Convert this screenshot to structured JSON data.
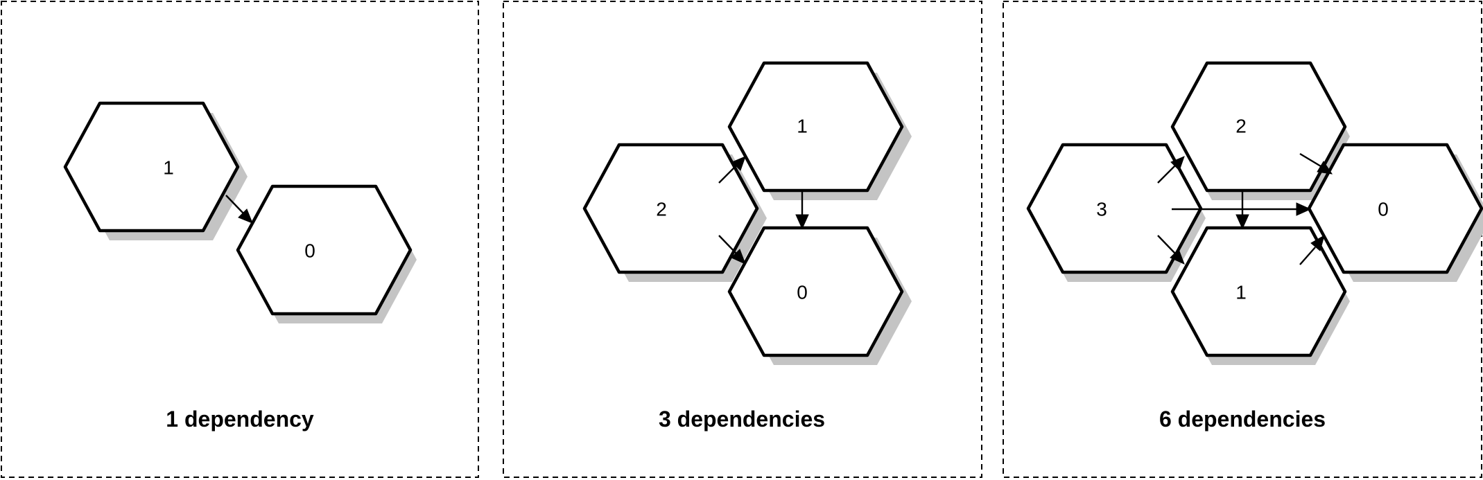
{
  "panels": [
    {
      "caption": "1 dependency",
      "nodes": [
        {
          "id": "p1-n1",
          "label": "1"
        },
        {
          "id": "p1-n0",
          "label": "0"
        }
      ],
      "edges": [
        {
          "from": "1",
          "to": "0"
        }
      ]
    },
    {
      "caption": "3 dependencies",
      "nodes": [
        {
          "id": "p2-n2",
          "label": "2"
        },
        {
          "id": "p2-n1",
          "label": "1"
        },
        {
          "id": "p2-n0",
          "label": "0"
        }
      ],
      "edges": [
        {
          "from": "2",
          "to": "1"
        },
        {
          "from": "2",
          "to": "0"
        },
        {
          "from": "1",
          "to": "0"
        }
      ]
    },
    {
      "caption": "6 dependencies",
      "nodes": [
        {
          "id": "p3-n3",
          "label": "3"
        },
        {
          "id": "p3-n2",
          "label": "2"
        },
        {
          "id": "p3-n1",
          "label": "1"
        },
        {
          "id": "p3-n0",
          "label": "0"
        }
      ],
      "edges": [
        {
          "from": "3",
          "to": "2"
        },
        {
          "from": "3",
          "to": "1"
        },
        {
          "from": "3",
          "to": "0"
        },
        {
          "from": "2",
          "to": "1"
        },
        {
          "from": "2",
          "to": "0"
        },
        {
          "from": "1",
          "to": "0"
        }
      ]
    }
  ]
}
